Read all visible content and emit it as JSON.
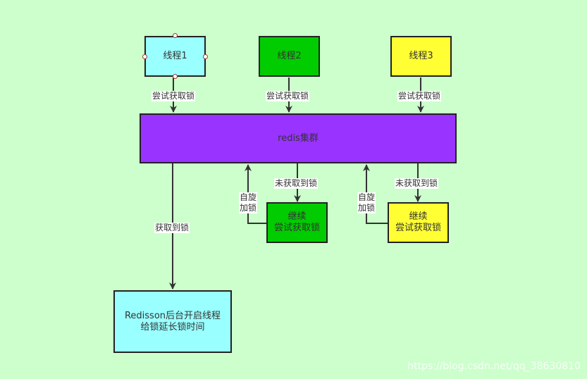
{
  "nodes": {
    "thread1": "线程1",
    "thread2": "线程2",
    "thread3": "线程3",
    "redis": "redis集群",
    "retry_a": "继续\n尝试获取锁",
    "retry_b": "继续\n尝试获取锁",
    "redisson": "Redisson后台开启线程\n给锁延长锁时间"
  },
  "edges": {
    "try1": "尝试获取锁",
    "try2": "尝试获取锁",
    "try3": "尝试获取锁",
    "acquired": "获取到锁",
    "not_acquired_a": "未获取到锁",
    "not_acquired_b": "未获取到锁",
    "spin_a": "自旋\n加锁",
    "spin_b": "自旋\n加锁"
  },
  "colors": {
    "background": "#ccffcc",
    "thread1": "#99ffff",
    "thread2": "#00cc00",
    "thread3": "#ffff33",
    "redis": "#9933ff",
    "retry_a": "#00cc00",
    "retry_b": "#ffff33",
    "redisson": "#99ffff"
  },
  "watermark": "https://blog.csdn.net/qq_38630810"
}
